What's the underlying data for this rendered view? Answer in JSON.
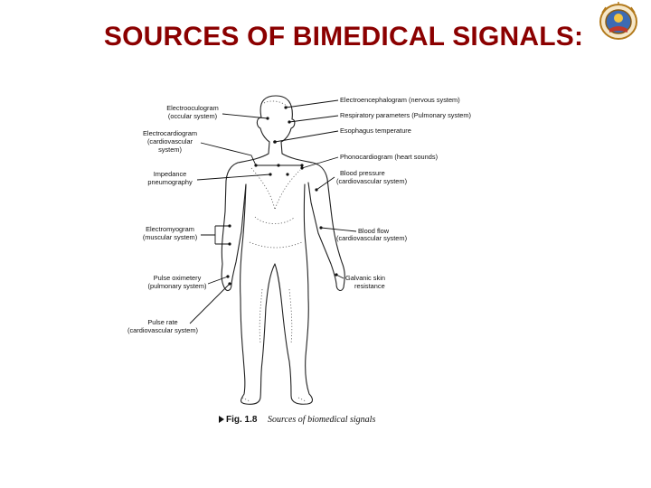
{
  "title": "SOURCES OF BIMEDICAL SIGNALS:",
  "logo_icon": "institution-emblem-icon",
  "colors": {
    "title": "#8b0000",
    "line": "#222222"
  },
  "labels": {
    "eeg": "Electroencephalogram (nervous system)",
    "respiratory": "Respiratory parameters (Pulmonary system)",
    "esophagus": "Esophagus temperature",
    "pcg": "Phonocardiogram (heart sounds)",
    "bp_1": "Blood pressure",
    "bp_2": "(cardiovascular system)",
    "bloodflow_1": "Blood flow",
    "bloodflow_2": "(cardiovascular system)",
    "gsr_1": "Galvanic skin",
    "gsr_2": "resistance",
    "eog_1": "Electrooculogram",
    "eog_2": "(occular system)",
    "ecg_1": "Electrocardiogram",
    "ecg_2": "(cardiovascular",
    "ecg_3": "system)",
    "imp_1": "Impedance",
    "imp_2": "pneumography",
    "emg_1": "Electromyogram",
    "emg_2": "(muscular system)",
    "oxi_1": "Pulse oximetery",
    "oxi_2": "(pulmonary system)",
    "rate_1": "Pulse rate",
    "rate_2": "(cardiovascular system)"
  },
  "caption": {
    "fig": "Fig. 1.8",
    "text": "Sources of biomedical signals"
  }
}
